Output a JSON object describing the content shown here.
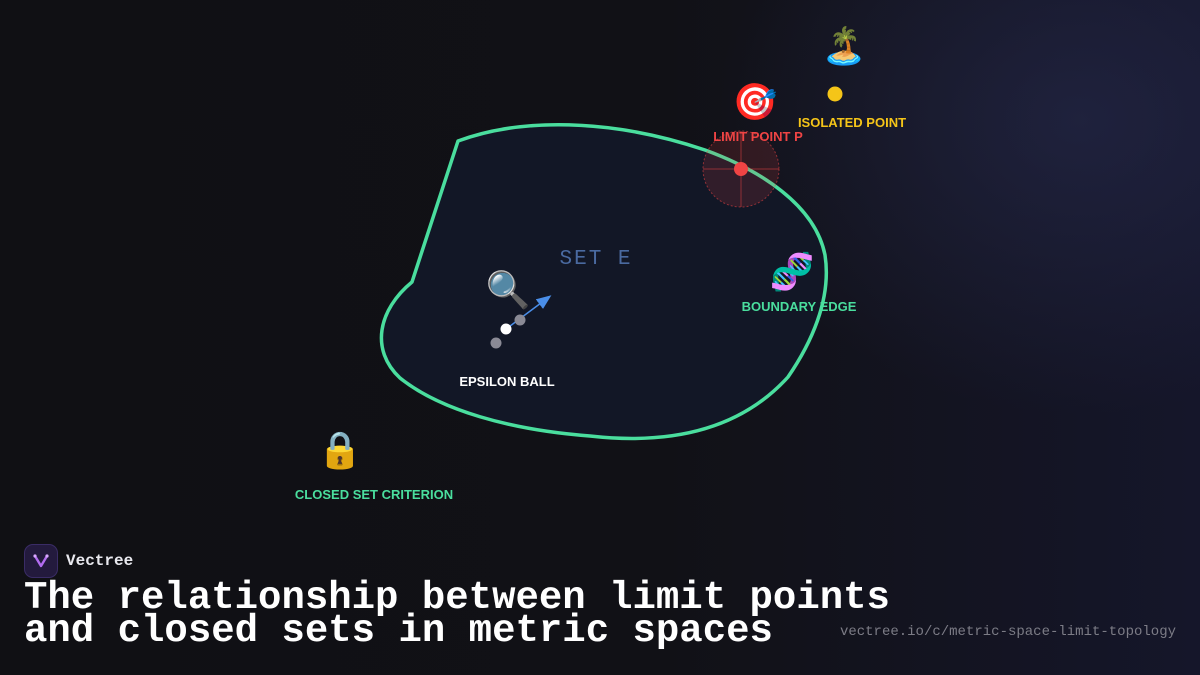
{
  "diagram": {
    "set_label": "SET E",
    "nodes": {
      "limit_point": {
        "icon": "🎯",
        "icon_name": "target-icon",
        "label": "LIMIT POINT P",
        "color": "#ef4444"
      },
      "isolated_point": {
        "icon": "🏝️",
        "icon_name": "island-icon",
        "label": "ISOLATED POINT",
        "color": "#f5c518"
      },
      "boundary_edge": {
        "icon": "🧬",
        "icon_name": "dna-icon",
        "label": "BOUNDARY EDGE",
        "color": "#4ade9e"
      },
      "epsilon_ball": {
        "icon": "🔍",
        "icon_name": "magnifier-icon",
        "label": "EPSILON BALL",
        "color": "#ffffff"
      },
      "closed_set": {
        "icon": "🔒",
        "icon_name": "lock-icon",
        "label": "CLOSED SET CRITERION",
        "color": "#4ade9e"
      }
    },
    "colors": {
      "boundary": "#4ade9e",
      "set_fill": "#121726",
      "set_label": "#4a6aa0",
      "arrow": "#4a8ee8"
    }
  },
  "footer": {
    "brand": "Vectree",
    "brand_icon": "vectree-logo-icon",
    "headline_line1": "The relationship between limit points",
    "headline_line2": "and closed sets in metric spaces",
    "url": "vectree.io/c/metric-space-limit-topology"
  }
}
